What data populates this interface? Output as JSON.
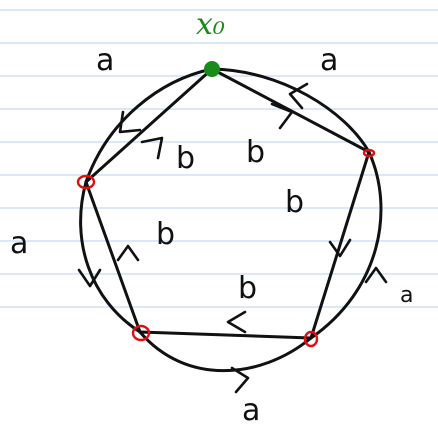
{
  "colors": {
    "ink": "#111111",
    "ruled_line": "#c3daf5",
    "base_point": "#1a8a1a",
    "vertex": "#dd1111"
  },
  "basepoint_label": "x₀",
  "edge_labels": {
    "outer_top_left": "a",
    "outer_top_right": "a",
    "outer_left": "a",
    "outer_right": "a",
    "outer_bottom": "a",
    "inner_top_left": "b",
    "inner_top_right": "b",
    "inner_right": "b",
    "inner_left": "b",
    "inner_bottom": "b"
  }
}
